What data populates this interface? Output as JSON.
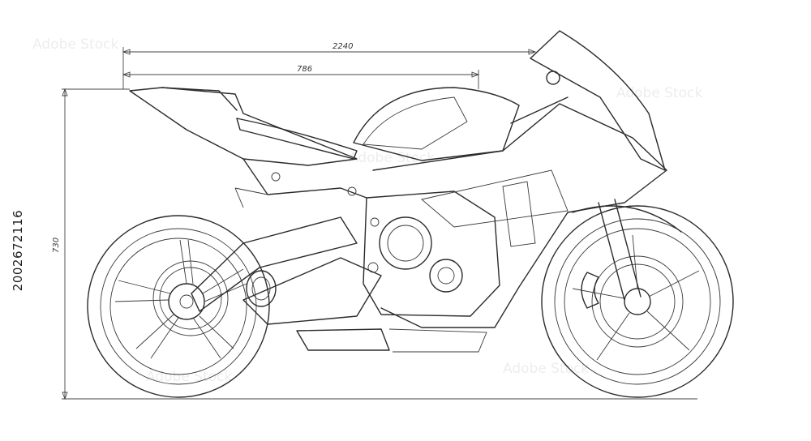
{
  "dimensions": {
    "overall_length": "2240",
    "wheelbase_partial": "786",
    "height": "730"
  },
  "stock_id": "2002672116",
  "watermark": "Adobe Stock",
  "colors": {
    "line": "#2b2b2b",
    "background": "#ffffff"
  }
}
